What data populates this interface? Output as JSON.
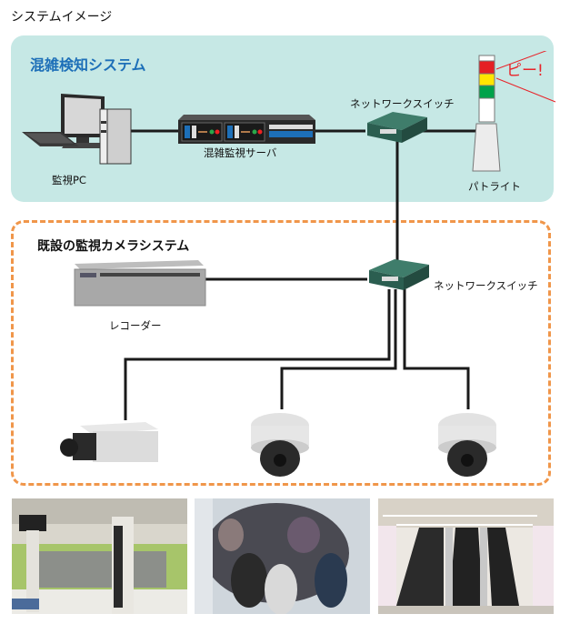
{
  "title": "システムイメージ",
  "congestion_system": {
    "title": "混雑検知システム",
    "devices": {
      "monitor_pc": "監視PC",
      "server": "混雑監視サーバ",
      "switch": "ネットワークスイッチ",
      "patlite": "パトライト",
      "alert_text": "ピー!"
    }
  },
  "existing_system": {
    "title": "既設の監視カメラシステム",
    "devices": {
      "recorder": "レコーダー",
      "switch": "ネットワークスイッチ"
    },
    "cameras": [
      "box-camera",
      "dome-camera",
      "dome-camera"
    ]
  },
  "photos": [
    "station-platform",
    "crowd",
    "escalator"
  ],
  "colors": {
    "panel_bg": "#c6e8e5",
    "panel_title": "#1d6fb8",
    "dashed_border": "#f0964a",
    "alert_red": "#e8242a",
    "light_red": "#e51f23",
    "light_yellow": "#ffe600",
    "light_green": "#00a24a",
    "switch_green": "#2e6b5a"
  }
}
